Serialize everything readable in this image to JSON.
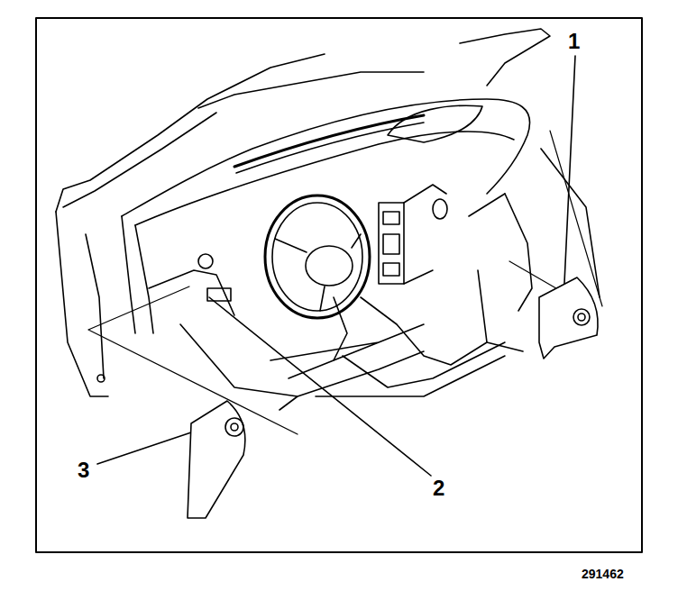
{
  "diagram": {
    "labels": [
      "1",
      "2",
      "3",
      "291462"
    ]
  }
}
